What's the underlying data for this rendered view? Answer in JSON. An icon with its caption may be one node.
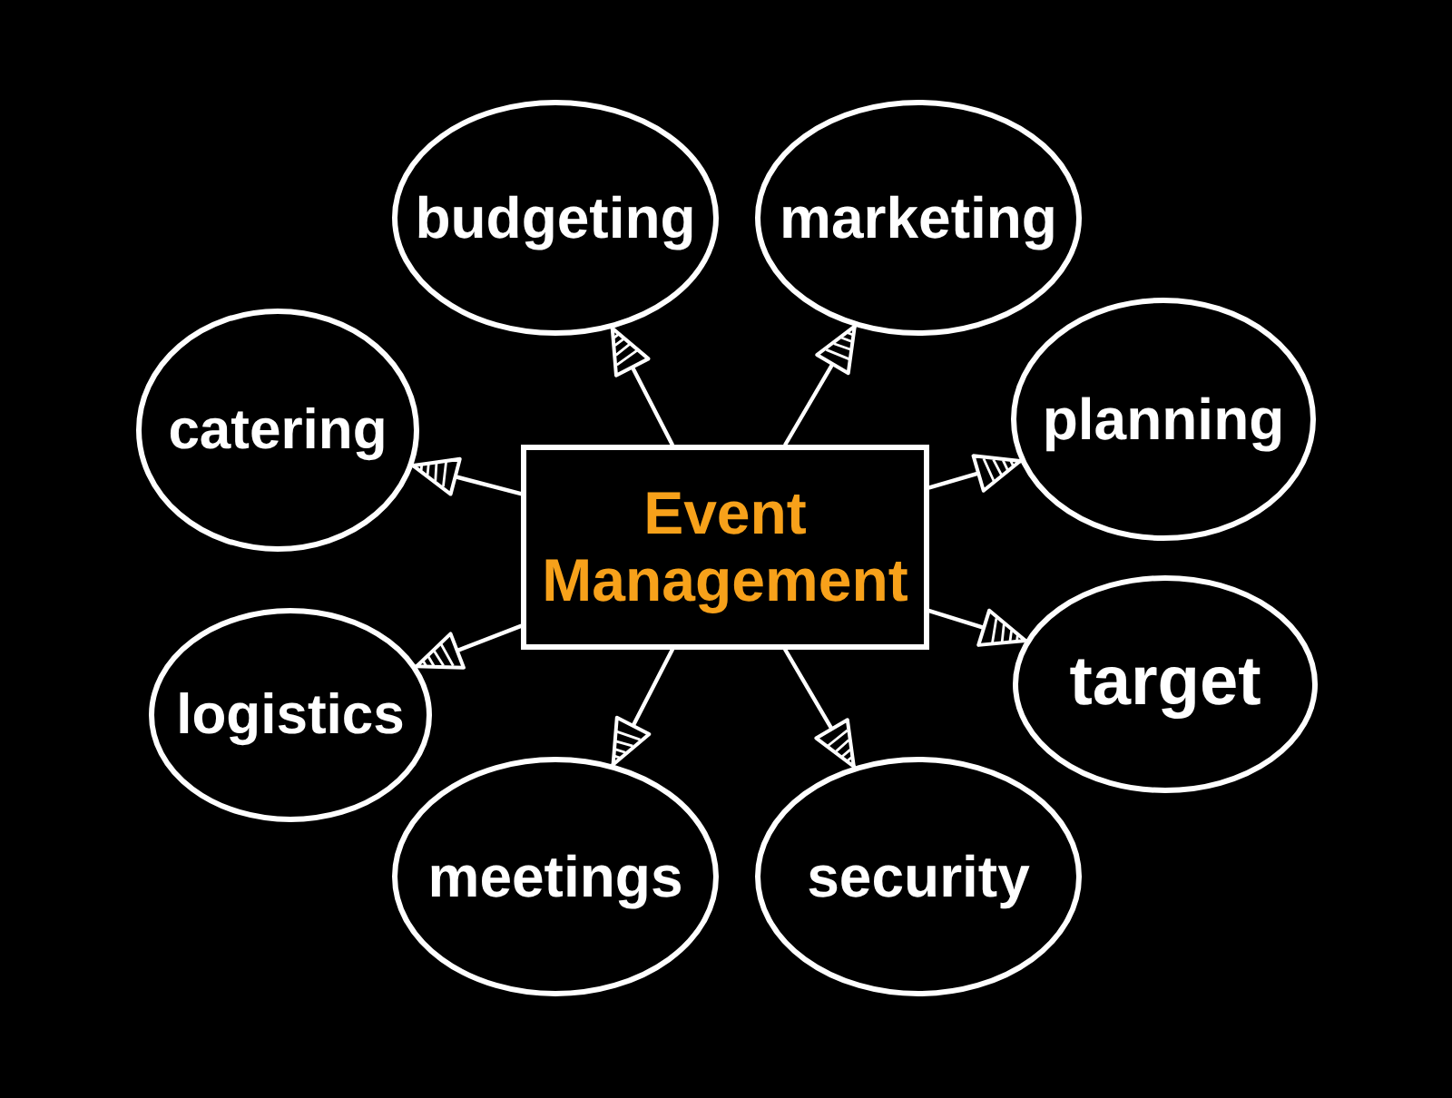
{
  "diagram": {
    "nodes": [
      {
        "text": [
          "Event Management"
        ]
      },
      {
        "text": [
          "budgeting"
        ]
      },
      {
        "text": [
          "marketing"
        ]
      },
      {
        "text": [
          "catering"
        ]
      },
      {
        "text": [
          "planning"
        ]
      },
      {
        "text": [
          "logistics"
        ]
      },
      {
        "text": [
          "target"
        ]
      },
      {
        "text": [
          "meetings"
        ]
      },
      {
        "text": [
          "security"
        ]
      }
    ],
    "edges": [
      {
        "from": 0,
        "to": 1,
        "arrow": "to"
      },
      {
        "from": 0,
        "to": 2,
        "arrow": "to"
      },
      {
        "from": 0,
        "to": 3,
        "arrow": "to"
      },
      {
        "from": 0,
        "to": 4,
        "arrow": "to"
      },
      {
        "from": 0,
        "to": 5,
        "arrow": "to"
      },
      {
        "from": 0,
        "to": 6,
        "arrow": "to"
      },
      {
        "from": 0,
        "to": 7,
        "arrow": "to"
      },
      {
        "from": 0,
        "to": 8,
        "arrow": "to"
      }
    ]
  }
}
